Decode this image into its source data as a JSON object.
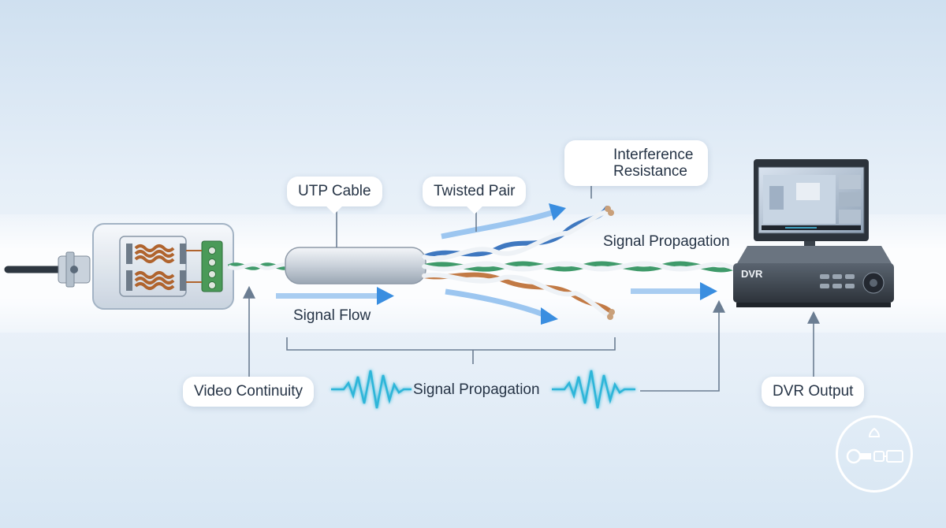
{
  "labels": {
    "utp_cable": "UTP Cable",
    "twisted_pair": "Twisted Pair",
    "interference_line1": "Interference",
    "interference_line2": "Resistance",
    "signal_propagation_top": "Signal Propagation",
    "signal_flow": "Signal Flow",
    "video_continuity": "Video Continuity",
    "signal_propagation_bottom": "Signal Propagation",
    "dvr_output": "DVR Output",
    "dvr_device": "DVR"
  },
  "icons": {
    "balun": "video-balun-icon",
    "dvr": "dvr-recorder-icon",
    "monitor": "monitor-icon",
    "shield": "shield-wave-icon",
    "waveform": "signal-waveform-icon",
    "logo": "brand-logo-icon"
  },
  "colors": {
    "wire_blue": "#3f78c0",
    "wire_green": "#3f9a6a",
    "wire_orange": "#c27a45",
    "wire_white": "#eef2f6",
    "arrow": "#3a8ee0",
    "waveform": "#2fb6d9",
    "text": "#263446"
  }
}
